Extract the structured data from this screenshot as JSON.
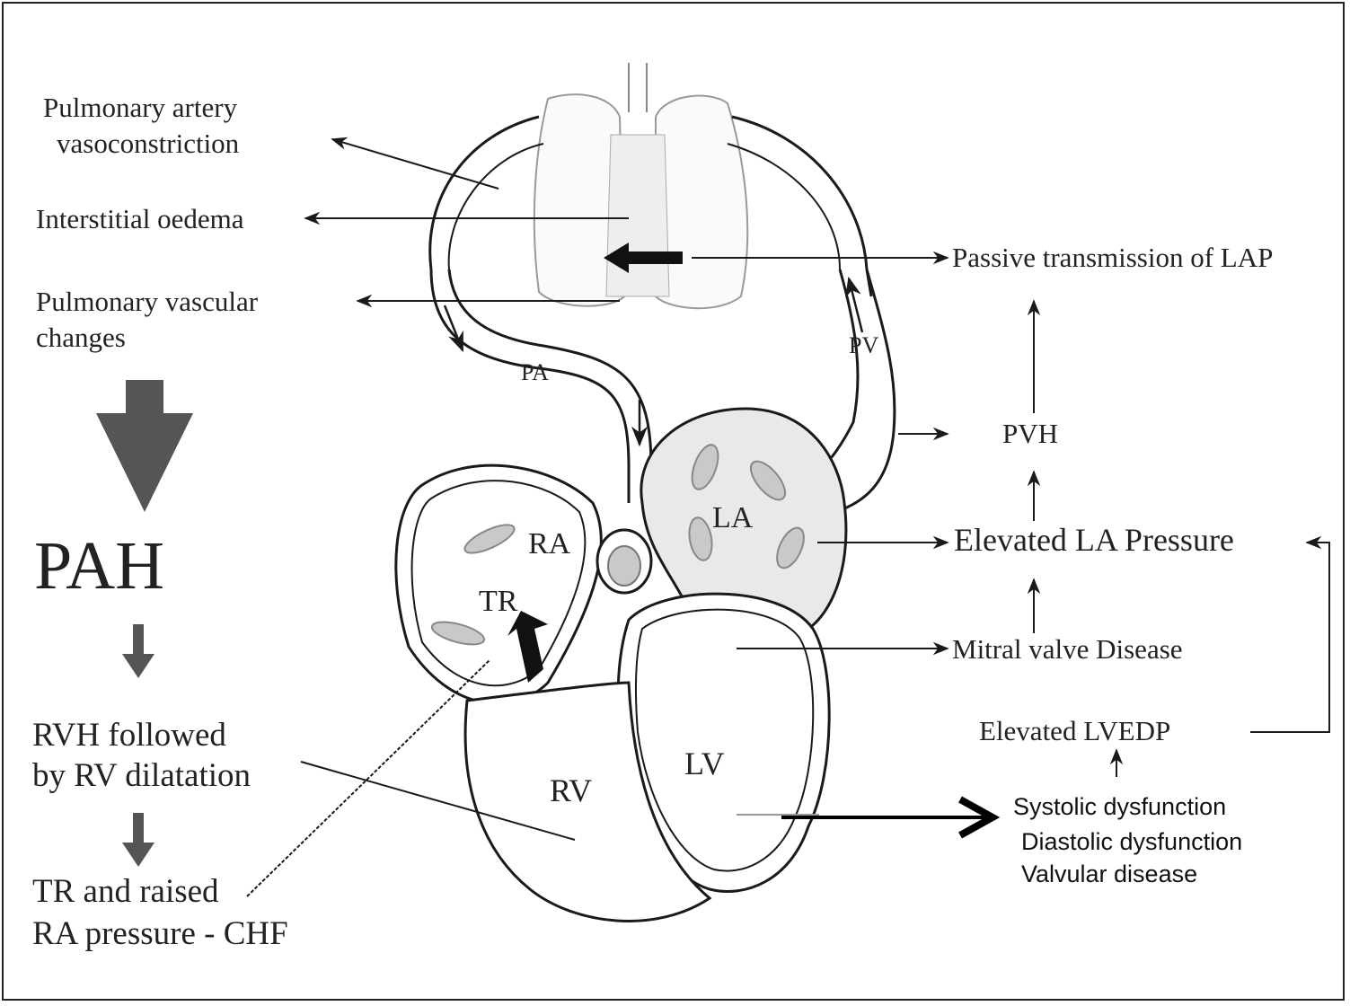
{
  "labels": {
    "pav_line1": "Pulmonary artery",
    "pav_line2": "vasoconstriction",
    "interstitial": "Interstitial oedema",
    "pvc_line1": "Pulmonary vascular",
    "pvc_line2": "changes",
    "pah": "PAH",
    "rvh_line1": "RVH followed",
    "rvh_line2": "by RV dilatation",
    "tr_line1": "TR and raised",
    "tr_line2": "RA pressure - CHF",
    "passive": "Passive transmission of LAP",
    "pvh": "PVH",
    "elevated_la": "Elevated LA Pressure",
    "mitral": "Mitral valve Disease",
    "lvedp": "Elevated LVEDP",
    "systolic": "Systolic dysfunction",
    "diastolic": "Diastolic dysfunction",
    "valvular": "Valvular disease"
  },
  "heart": {
    "pa": "PA",
    "pv": "PV",
    "ra": "RA",
    "la": "LA",
    "tr": "TR",
    "rv": "RV",
    "lv": "LV"
  },
  "colors": {
    "line": "#1a1a1a",
    "grey_arrow": "#555555",
    "elevated_text": "#8a8a8a",
    "la_fill": "#e9e9e9",
    "valve_fill": "#c9c9c9"
  }
}
